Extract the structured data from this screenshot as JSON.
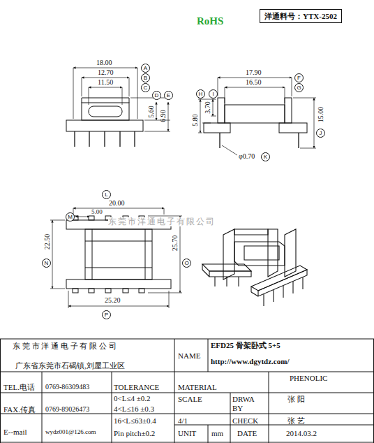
{
  "diagram": {
    "labels": [
      "RoHS",
      "洋通料号：YTX-2502",
      "18.00",
      "A",
      "12.70",
      "B",
      "11.50",
      "C",
      "D",
      "E",
      "5.60",
      "6.90",
      "17.90",
      "F",
      "16.50",
      "G",
      "H",
      "I",
      "5.80",
      "3.70",
      "15.00",
      "J",
      "φ0.70",
      "K",
      "L",
      "20.00",
      "M",
      "5.00",
      "N",
      "22.50",
      "25.70",
      "O",
      "25.20",
      "P",
      "东莞市洋通电子有限公司",
      "东 莞 市 洋 通 电 子 有 限 公 司",
      "广东省东莞市石碣镇,刘屋工业区",
      "NAME",
      "EFD25 骨架卧式 5+5",
      "http://www.dgytdz.com/",
      "TEL.电话",
      "0769-86309483",
      "TOLERANCE",
      "MATERIAL",
      "PHENOLIC",
      "FAX.传真",
      "0769-89026473",
      "0<L≤4  ±0.2",
      "4<L≤16 ±0.3",
      "SCALE",
      "DRWA",
      "BY",
      "张 阳",
      "E--mail",
      "wydz001@126.com",
      "16<L≤63±0.4",
      "Pin pitch±0.2",
      "4/1",
      "CHECK",
      "张 艺",
      "UNIT",
      "mm",
      "DATE",
      "2014.03.2"
    ]
  }
}
